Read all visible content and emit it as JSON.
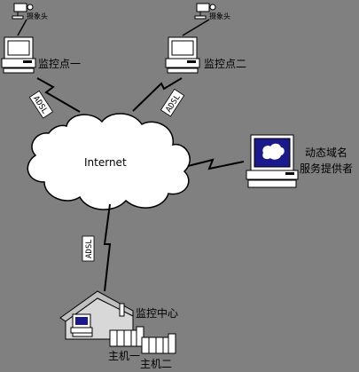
{
  "network": {
    "label": "Internet"
  },
  "monitor_point_1": {
    "label": "监控点一",
    "camera_label": "摄象头"
  },
  "monitor_point_2": {
    "label": "监控点二",
    "camera_label": "摄象头"
  },
  "dns_provider": {
    "label_line1": "动态域名",
    "label_line2": "服务提供者"
  },
  "monitor_center": {
    "label": "监控中心"
  },
  "hosts": {
    "host1": "主机一",
    "host2": "主机二"
  },
  "links": {
    "adsl_left": "ADSL",
    "adsl_right": "ADSL",
    "adsl_bottom": "ADSL"
  },
  "colors": {
    "background": "#808080",
    "cloud": "#ffffff",
    "screen": "#1a1a8c"
  }
}
